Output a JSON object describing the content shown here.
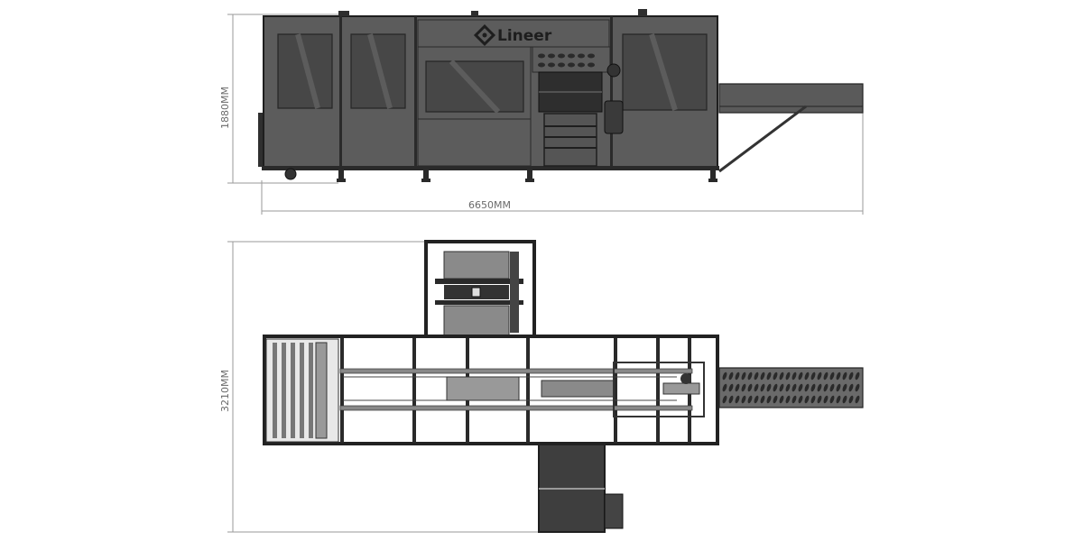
{
  "drawing": {
    "brand_logo_text": "Lineer",
    "side_view": {
      "height_dimension": "1880MM",
      "length_dimension": "6650MM"
    },
    "top_view": {
      "width_dimension": "3210MM"
    },
    "colors": {
      "body": "#5a5a5a",
      "frame": "#2b2b2b",
      "glass": "#474747",
      "dimension_line": "#9a9a9a",
      "background": "#ffffff"
    }
  }
}
